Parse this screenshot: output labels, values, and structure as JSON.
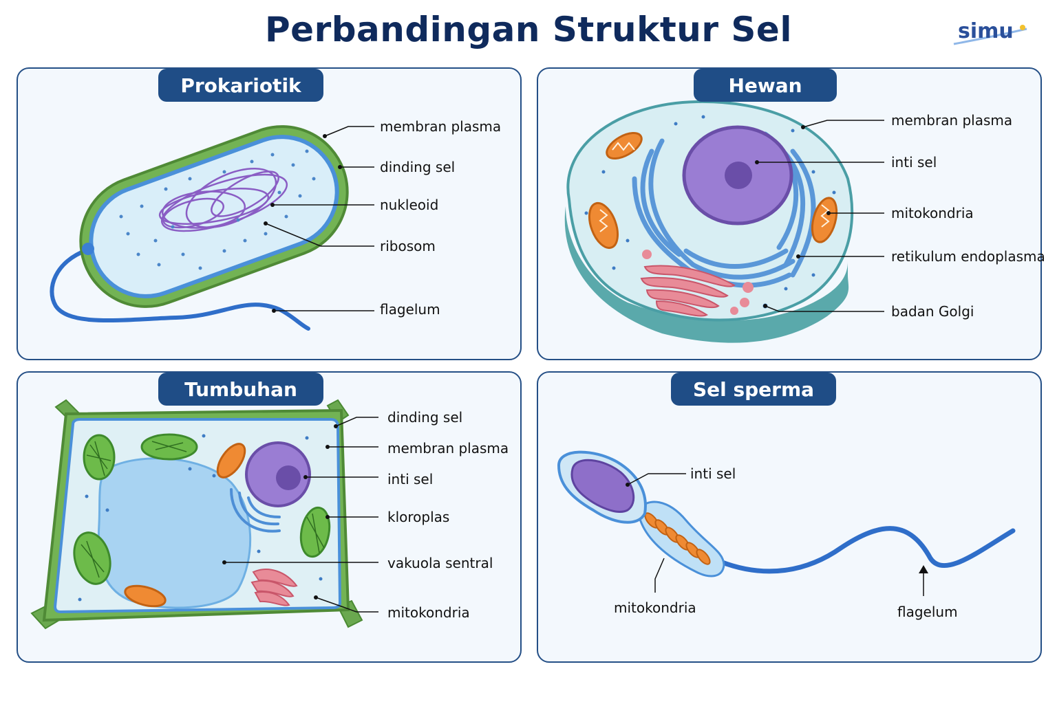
{
  "title": "Perbandingan Struktur Sel",
  "logo": {
    "text": "simu"
  },
  "panels": {
    "prokariotik": {
      "title": "Prokariotik",
      "labels": [
        "membran plasma",
        "dinding sel",
        "nukleoid",
        "ribosom",
        "flagelum"
      ]
    },
    "hewan": {
      "title": "Hewan",
      "labels": [
        "membran plasma",
        "inti sel",
        "mitokondria",
        "retikulum endoplasma",
        "badan Golgi"
      ]
    },
    "tumbuhan": {
      "title": "Tumbuhan",
      "labels": [
        "dinding sel",
        "membran plasma",
        "inti sel",
        "kloroplas",
        "vakuola sentral",
        "mitokondria"
      ]
    },
    "sperma": {
      "title": "Sel sperma",
      "labels": [
        "inti sel",
        "mitokondria",
        "flagelum"
      ]
    }
  },
  "colors": {
    "panel_border": "#244f86",
    "tab_bg": "#1f4d86",
    "cell_wall": "#6aa84f",
    "membrane": "#4a90d9",
    "nucleus": "#8e6fc9",
    "mitochondria": "#ef8a33",
    "golgi": "#e58a95",
    "chloroplast": "#6dbb4a"
  }
}
